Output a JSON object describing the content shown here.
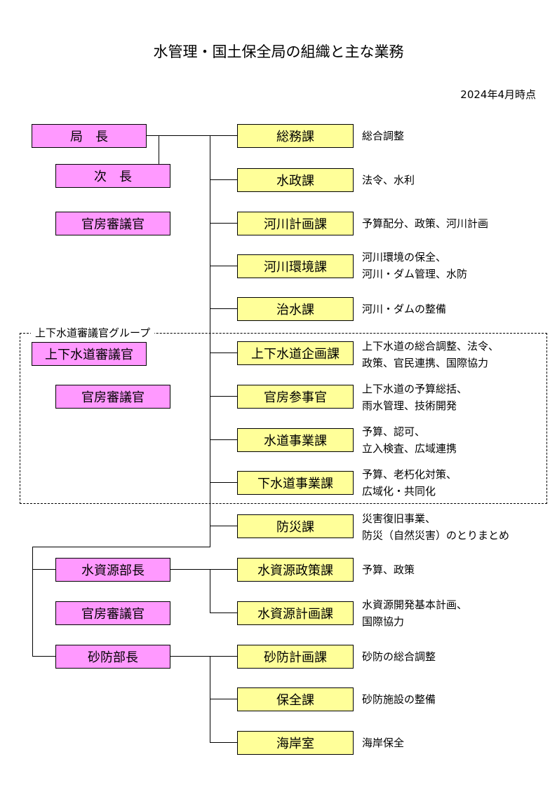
{
  "title": "水管理・国土保全局の組織と主な業務",
  "date": "2024年4月時点",
  "left": {
    "director": "局　長",
    "deputy": "次　長",
    "councillor1": "官房審議官",
    "group_label": "上下水道審議官グループ",
    "sewer_councillor": "上下水道審議官",
    "councillor2": "官房審議官",
    "water_resources_head": "水資源部長",
    "councillor3": "官房審議官",
    "sabo_head": "砂防部長"
  },
  "divisions": [
    {
      "name": "総務課",
      "desc": [
        "総合調整"
      ]
    },
    {
      "name": "水政課",
      "desc": [
        "法令、水利"
      ]
    },
    {
      "name": "河川計画課",
      "desc": [
        "予算配分、政策、河川計画"
      ]
    },
    {
      "name": "河川環境課",
      "desc": [
        "河川環境の保全、",
        "河川・ダム管理、水防"
      ]
    },
    {
      "name": "治水課",
      "desc": [
        "河川・ダムの整備"
      ]
    },
    {
      "name": "上下水道企画課",
      "desc": [
        "上下水道の総合調整、法令、",
        "政策、官民連携、国際協力"
      ]
    },
    {
      "name": "官房参事官",
      "desc": [
        "上下水道の予算総括、",
        "雨水管理、技術開発"
      ]
    },
    {
      "name": "水道事業課",
      "desc": [
        "予算、認可、",
        "立入検査、広域連携"
      ]
    },
    {
      "name": "下水道事業課",
      "desc": [
        "予算、老朽化対策、",
        "広域化・共同化"
      ]
    },
    {
      "name": "防災課",
      "desc": [
        "災害復旧事業、",
        "防災（自然災害）のとりまとめ"
      ]
    },
    {
      "name": "水資源政策課",
      "desc": [
        "予算、政策"
      ]
    },
    {
      "name": "水資源計画課",
      "desc": [
        "水資源開発基本計画、",
        "国際協力"
      ]
    },
    {
      "name": "砂防計画課",
      "desc": [
        "砂防の総合調整"
      ]
    },
    {
      "name": "保全課",
      "desc": [
        "砂防施設の整備"
      ]
    },
    {
      "name": "海岸室",
      "desc": [
        "海岸保全"
      ]
    }
  ]
}
